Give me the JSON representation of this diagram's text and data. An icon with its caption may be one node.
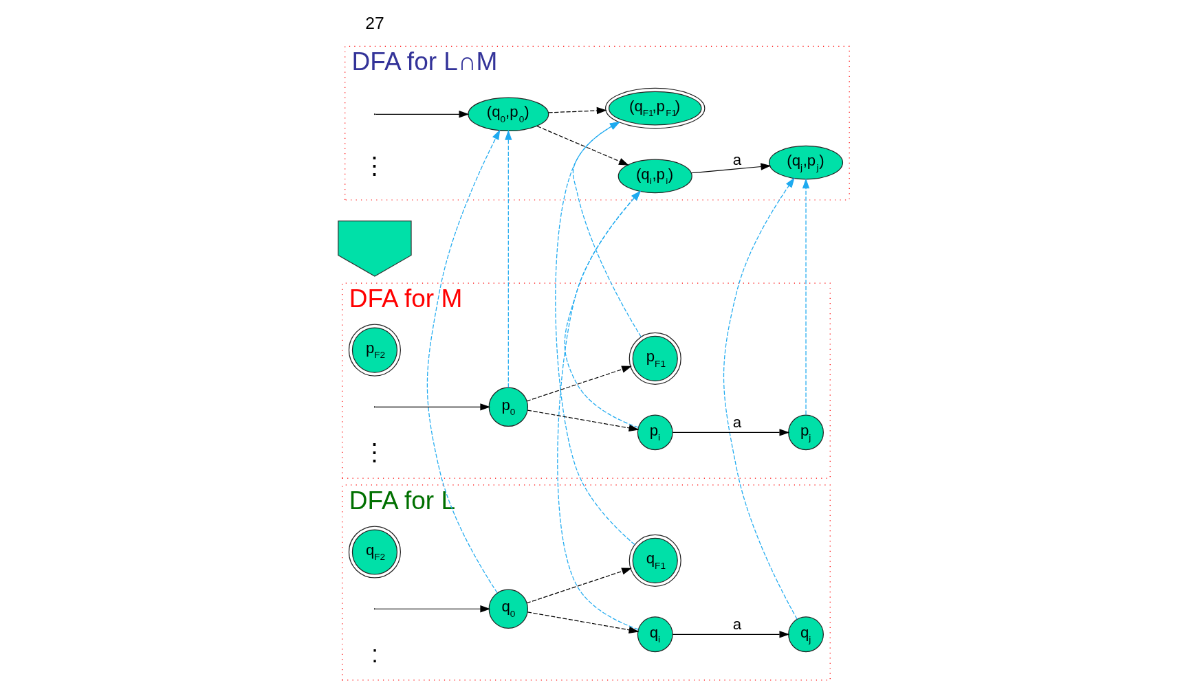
{
  "diagram": {
    "nodes": [
      {
        "text": [
          "DFA for L"
        ]
      },
      {
        "text": [
          "q$_{0}$"
        ],
        "in": 0
      },
      {
        "text": [
          "q$_{i}$"
        ],
        "in": 0
      },
      {
        "text": [
          "q$_{j}$"
        ],
        "in": 0
      },
      {
        "text": [
          "q$_{F1}$"
        ],
        "in": 0
      },
      {
        "text": [
          "q$_{F2}$"
        ],
        "in": 0
      },
      {
        "text": [
          "DFA for M"
        ]
      },
      {
        "text": [
          "p$_{0}$"
        ],
        "in": 6
      },
      {
        "text": [
          "p$_{i}$"
        ],
        "in": 6
      },
      {
        "text": [
          "p$_{j}$"
        ],
        "in": 6
      },
      {
        "text": [
          "p$_{F1}$"
        ],
        "in": 6
      },
      {
        "text": [
          "p$_{F2}$"
        ],
        "in": 6
      },
      {
        "text": [],
        "shape": "arrow"
      },
      {
        "text": [
          "DFA for L∩M"
        ]
      },
      {
        "text": [
          "(q$_{0}$,p$_{0}$)"
        ],
        "in": 13
      },
      {
        "text": [
          "(q$_{i}$,p$_{i}$)"
        ],
        "in": 13
      },
      {
        "text": [
          "(q$_{j}$,p$_{j}$)"
        ],
        "in": 13
      },
      {
        "text": [
          "(q$_{F1}$,p$_{F1}$)"
        ],
        "in": 13
      }
    ],
    "edges": [
      {
        "from": null,
        "to": 1,
        "arrow": "to"
      },
      {
        "from": 1,
        "to": 2,
        "arrow": "to",
        "style": "dashed"
      },
      {
        "from": 1,
        "to": 4,
        "arrow": "to",
        "style": "dashed"
      },
      {
        "from": 2,
        "to": 3,
        "arrow": "to",
        "label": "a"
      },
      {
        "from": null,
        "to": 7,
        "arrow": "to"
      },
      {
        "from": 7,
        "to": 8,
        "arrow": "to",
        "style": "dashed"
      },
      {
        "from": 7,
        "to": 10,
        "arrow": "to",
        "style": "dashed"
      },
      {
        "from": 8,
        "to": 9,
        "arrow": "to",
        "label": "a"
      },
      {
        "from": null,
        "to": 14,
        "arrow": "to"
      },
      {
        "from": 14,
        "to": 15,
        "arrow": "to",
        "style": "dashed"
      },
      {
        "from": 14,
        "to": 17,
        "arrow": "to",
        "style": "dashed"
      },
      {
        "from": 15,
        "to": 16,
        "arrow": "to",
        "label": "a"
      },
      {
        "from": 1,
        "to": 14,
        "arrow": "to",
        "style": "dashed",
        "color": "#1eaaf0"
      },
      {
        "from": 7,
        "to": 14,
        "arrow": "to",
        "style": "dashed",
        "color": "#1eaaf0"
      },
      {
        "from": 2,
        "to": 15,
        "arrow": "to",
        "style": "dashed",
        "color": "#1eaaf0"
      },
      {
        "from": 8,
        "to": 15,
        "arrow": "to",
        "style": "dashed",
        "color": "#1eaaf0"
      },
      {
        "from": 3,
        "to": 16,
        "arrow": "to",
        "style": "dashed",
        "color": "#1eaaf0"
      },
      {
        "from": 9,
        "to": 16,
        "arrow": "to",
        "style": "dashed",
        "color": "#1eaaf0"
      },
      {
        "from": 4,
        "to": 17,
        "arrow": "to",
        "style": "dashed",
        "color": "#1eaaf0"
      },
      {
        "from": 10,
        "to": 17,
        "arrow": "to",
        "style": "dashed",
        "color": "#1eaaf0"
      }
    ],
    "labels": [
      ":",
      "⋮",
      "⋮",
      "27"
    ]
  }
}
